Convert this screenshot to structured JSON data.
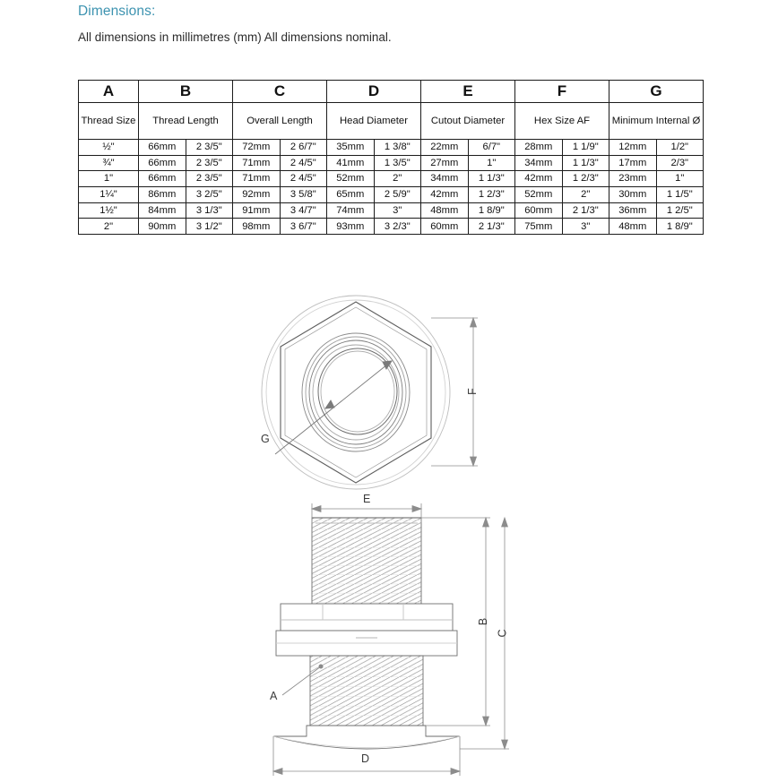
{
  "heading": "Dimensions:",
  "subheading": "All dimensions in millimetres (mm) All dimensions nominal.",
  "table": {
    "letters": [
      "A",
      "B",
      "C",
      "D",
      "E",
      "F",
      "G"
    ],
    "names": [
      "Thread Size",
      "Thread Length",
      "Overall Length",
      "Head Diameter",
      "Cutout Diameter",
      "Hex Size AF",
      "Minimum Internal Ø"
    ],
    "rows": [
      {
        "thread_size": "½\"",
        "thread_length_mm": "66mm",
        "thread_length_in": "2 3/5\"",
        "overall_length_mm": "72mm",
        "overall_length_in": "2 6/7\"",
        "head_diameter_mm": "35mm",
        "head_diameter_in": "1 3/8\"",
        "cutout_diameter_mm": "22mm",
        "cutout_diameter_in": "6/7\"",
        "hex_size_mm": "28mm",
        "hex_size_in": "1 1/9\"",
        "min_internal_mm": "12mm",
        "min_internal_in": "1/2\""
      },
      {
        "thread_size": "¾\"",
        "thread_length_mm": "66mm",
        "thread_length_in": "2 3/5\"",
        "overall_length_mm": "71mm",
        "overall_length_in": "2 4/5\"",
        "head_diameter_mm": "41mm",
        "head_diameter_in": "1 3/5\"",
        "cutout_diameter_mm": "27mm",
        "cutout_diameter_in": "1\"",
        "hex_size_mm": "34mm",
        "hex_size_in": "1 1/3\"",
        "min_internal_mm": "17mm",
        "min_internal_in": "2/3\""
      },
      {
        "thread_size": "1\"",
        "thread_length_mm": "66mm",
        "thread_length_in": "2 3/5\"",
        "overall_length_mm": "71mm",
        "overall_length_in": "2 4/5\"",
        "head_diameter_mm": "52mm",
        "head_diameter_in": "2\"",
        "cutout_diameter_mm": "34mm",
        "cutout_diameter_in": "1 1/3\"",
        "hex_size_mm": "42mm",
        "hex_size_in": "1 2/3\"",
        "min_internal_mm": "23mm",
        "min_internal_in": "1\""
      },
      {
        "thread_size": "1¼\"",
        "thread_length_mm": "86mm",
        "thread_length_in": "3 2/5\"",
        "overall_length_mm": "92mm",
        "overall_length_in": "3 5/8\"",
        "head_diameter_mm": "65mm",
        "head_diameter_in": "2 5/9\"",
        "cutout_diameter_mm": "42mm",
        "cutout_diameter_in": "1 2/3\"",
        "hex_size_mm": "52mm",
        "hex_size_in": "2\"",
        "min_internal_mm": "30mm",
        "min_internal_in": "1 1/5\""
      },
      {
        "thread_size": "1½\"",
        "thread_length_mm": "84mm",
        "thread_length_in": "3 1/3\"",
        "overall_length_mm": "91mm",
        "overall_length_in": "3 4/7\"",
        "head_diameter_mm": "74mm",
        "head_diameter_in": "3\"",
        "cutout_diameter_mm": "48mm",
        "cutout_diameter_in": "1 8/9\"",
        "hex_size_mm": "60mm",
        "hex_size_in": "2 1/3\"",
        "min_internal_mm": "36mm",
        "min_internal_in": "1 2/5\""
      },
      {
        "thread_size": "2\"",
        "thread_length_mm": "90mm",
        "thread_length_in": "3 1/2\"",
        "overall_length_mm": "98mm",
        "overall_length_in": "3 6/7\"",
        "head_diameter_mm": "93mm",
        "head_diameter_in": "3 2/3\"",
        "cutout_diameter_mm": "60mm",
        "cutout_diameter_in": "2 1/3\"",
        "hex_size_mm": "75mm",
        "hex_size_in": "3\"",
        "min_internal_mm": "48mm",
        "min_internal_in": "1 8/9\""
      }
    ]
  },
  "drawings": {
    "hex_view": {
      "callout_g": "G",
      "dimension_f": "F"
    },
    "side_view": {
      "dimension_e": "E",
      "dimension_b": "B",
      "dimension_c": "C",
      "dimension_d": "D",
      "callout_a": "A"
    }
  }
}
